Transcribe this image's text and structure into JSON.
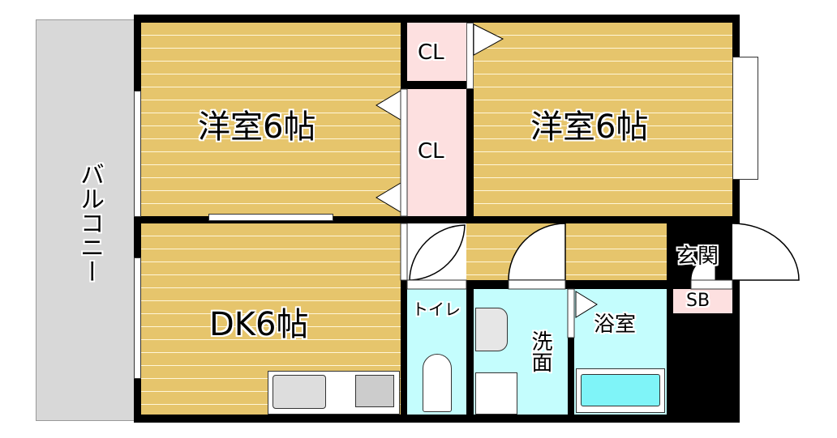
{
  "rooms": {
    "western_left": "洋室6帖",
    "western_right": "洋室6帖",
    "closet_top": "CL",
    "closet_mid": "CL",
    "dk": "DK6帖",
    "balcony": "バルコニー",
    "toilet": "トイレ",
    "washroom": "洗面",
    "bathroom": "浴室",
    "entrance": "玄関",
    "shoebox": "SB"
  },
  "colors": {
    "floor": "#e6c56c",
    "wet": "#c4fdfd",
    "closet": "#fde0e0",
    "wall": "#000000"
  }
}
